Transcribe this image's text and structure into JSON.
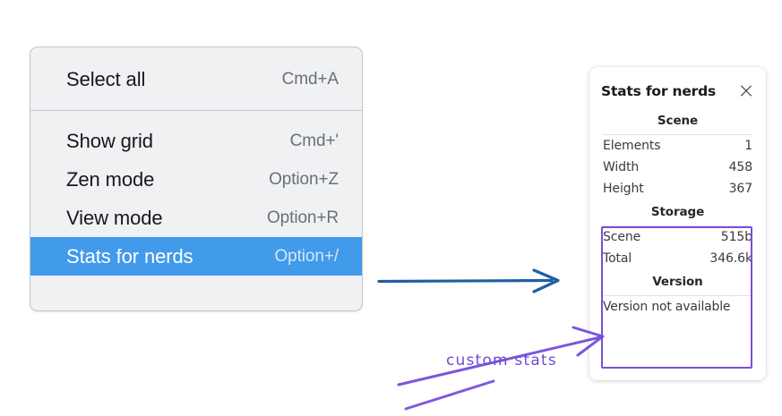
{
  "menu": {
    "name": "context-menu",
    "groups": [
      {
        "items": [
          {
            "label": "Select all",
            "shortcut": "Cmd+A",
            "selected": false
          }
        ]
      },
      {
        "items": [
          {
            "label": "Show grid",
            "shortcut": "Cmd+'",
            "selected": false
          },
          {
            "label": "Zen mode",
            "shortcut": "Option+Z",
            "selected": false
          },
          {
            "label": "View mode",
            "shortcut": "Option+R",
            "selected": false
          },
          {
            "label": "Stats for nerds",
            "shortcut": "Option+/",
            "selected": true
          }
        ]
      }
    ]
  },
  "stats_panel": {
    "title": "Stats for nerds",
    "close_icon": "close-icon",
    "sections": [
      {
        "heading": "Scene",
        "rows": [
          {
            "label": "Elements",
            "value": "1"
          },
          {
            "label": "Width",
            "value": "458"
          },
          {
            "label": "Height",
            "value": "367"
          }
        ]
      },
      {
        "heading": "Storage",
        "rows": [
          {
            "label": "Scene",
            "value": "515b"
          },
          {
            "label": "Total",
            "value": "346.6k"
          }
        ]
      },
      {
        "heading": "Version",
        "note": "Version not available"
      }
    ]
  },
  "annotations": {
    "label": "custom stats",
    "blue_arrow_icon": "arrow-right-icon",
    "purple_arrow_icon": "arrow-up-right-icon"
  },
  "colors": {
    "menu_highlight": "#419aea",
    "menu_background": "#f0f1f3",
    "annotation_purple": "#7048d8",
    "annotation_blue": "#1f5fa0",
    "highlight_box": "#7c4ddb"
  }
}
